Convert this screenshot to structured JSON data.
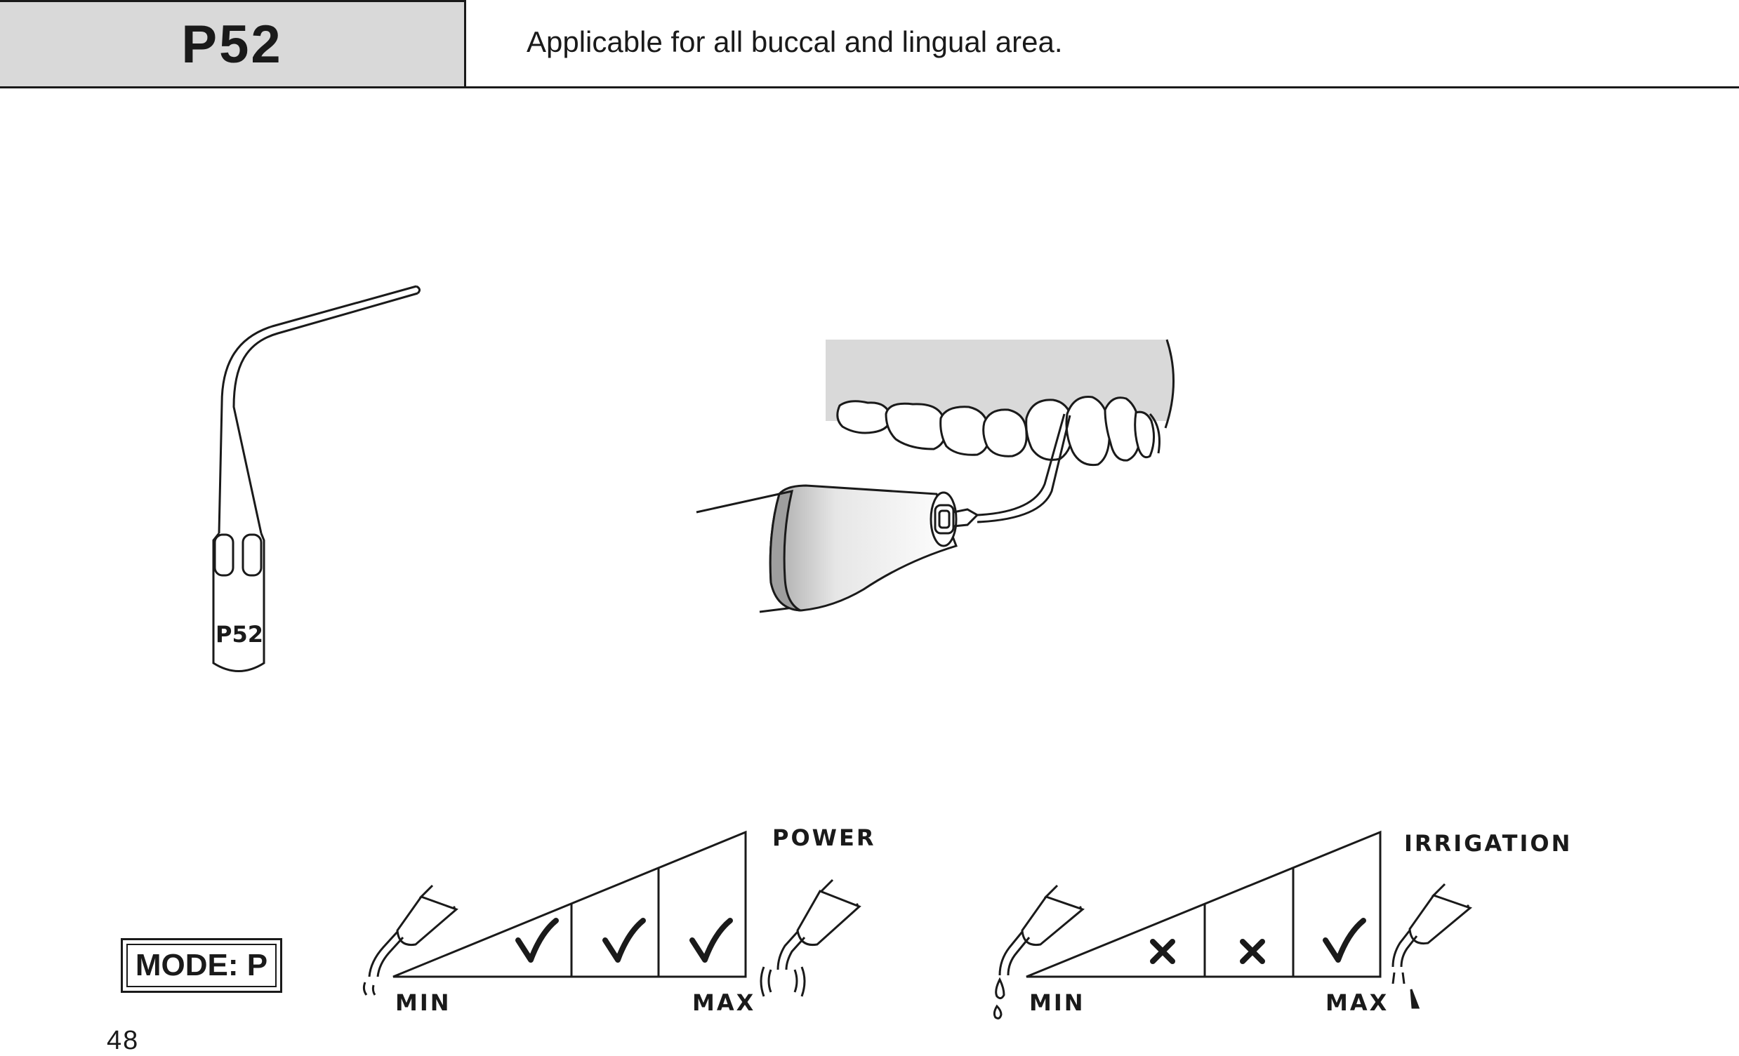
{
  "header": {
    "code": "P52",
    "description": "Applicable for all buccal and lingual area."
  },
  "tip": {
    "label": "P52"
  },
  "mode": {
    "label": "MODE: P"
  },
  "power": {
    "title": "POWER",
    "min_label": "MIN",
    "max_label": "MAX",
    "levels": [
      "check",
      "check",
      "check"
    ]
  },
  "irrigation": {
    "title": "IRRIGATION",
    "min_label": "MIN",
    "max_label": "MAX",
    "levels": [
      "cross",
      "cross",
      "check"
    ]
  },
  "page": {
    "number": "48"
  }
}
